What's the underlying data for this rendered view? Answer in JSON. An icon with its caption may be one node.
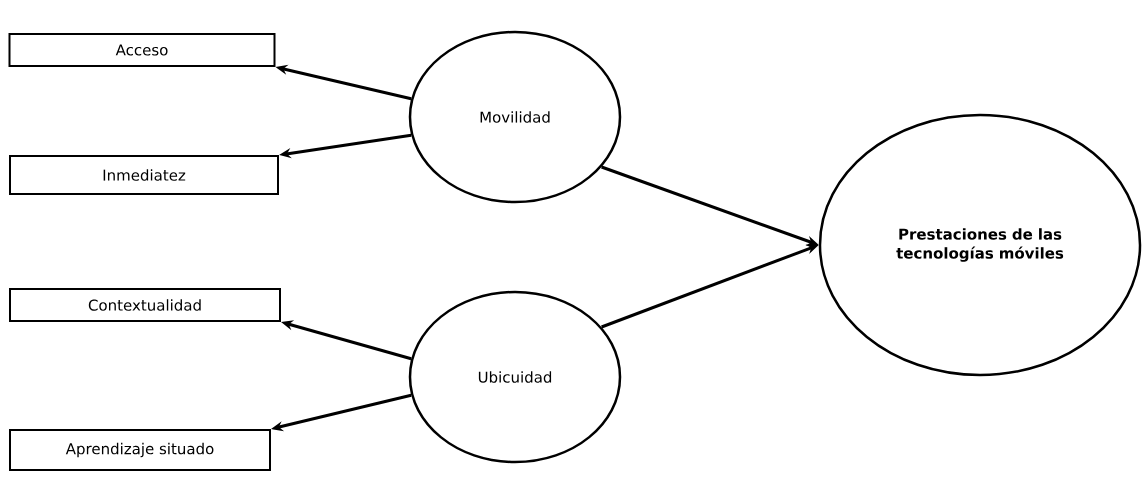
{
  "diagram": {
    "nodes": [
      {
        "text": [
          "Acceso"
        ]
      },
      {
        "text": [
          "Movilidad"
        ]
      },
      {
        "text": [
          "Inmediatez"
        ]
      },
      {
        "text": [
          "**Prestaciones de las tecnologías móviles**"
        ]
      },
      {
        "text": [
          "Contextualidad"
        ]
      },
      {
        "text": [
          "Ubicuidad"
        ]
      },
      {
        "text": [
          "Aprendizaje situado"
        ]
      }
    ],
    "edges": [
      {
        "from": 1,
        "to": 0,
        "arrow": "to"
      },
      {
        "from": 1,
        "to": 2,
        "arrow": "to"
      },
      {
        "from": 1,
        "to": 3,
        "arrow": "to"
      },
      {
        "from": 5,
        "to": 3,
        "arrow": "to"
      },
      {
        "from": 5,
        "to": 4,
        "arrow": "to"
      },
      {
        "from": 5,
        "to": 6,
        "arrow": "to"
      }
    ]
  }
}
